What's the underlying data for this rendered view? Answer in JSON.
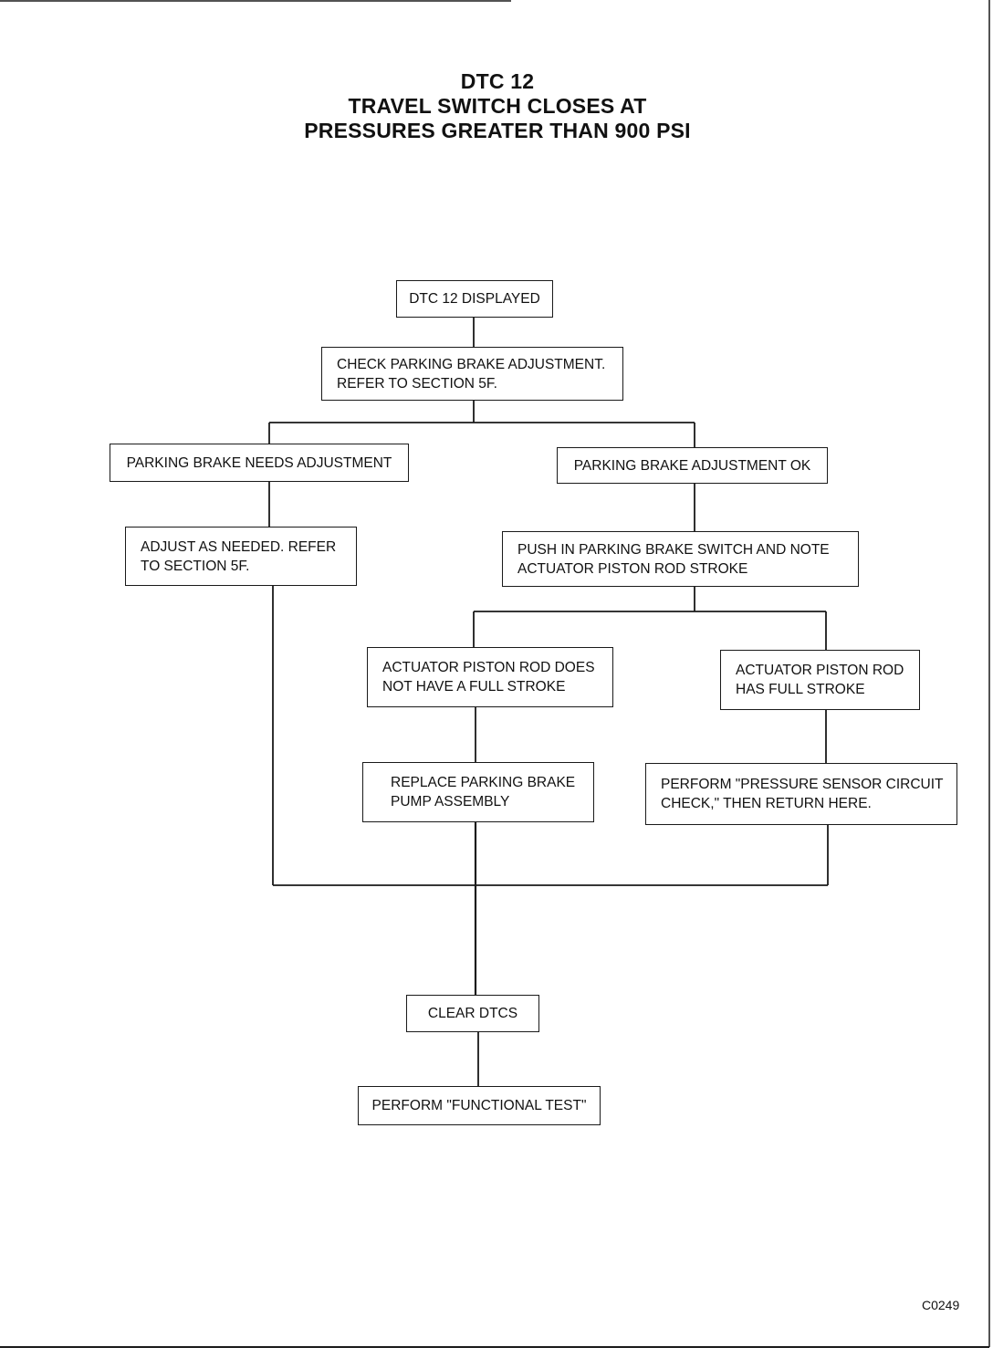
{
  "title": {
    "line1": "DTC 12",
    "line2": "TRAVEL SWITCH CLOSES AT",
    "line3": "PRESSURES GREATER THAN 900 PSI"
  },
  "nodes": {
    "dtc_displayed": {
      "lines": [
        "DTC 12 DISPLAYED"
      ]
    },
    "check_adjustment": {
      "lines": [
        "CHECK PARKING BRAKE ADJUSTMENT.",
        "REFER TO SECTION 5F."
      ]
    },
    "needs_adjustment": {
      "lines": [
        "PARKING BRAKE NEEDS ADJUSTMENT"
      ]
    },
    "adjustment_ok": {
      "lines": [
        "PARKING BRAKE ADJUSTMENT OK"
      ]
    },
    "adjust_as_needed": {
      "lines": [
        "ADJUST AS NEEDED. REFER",
        "TO SECTION 5F."
      ]
    },
    "push_switch": {
      "lines": [
        "PUSH IN PARKING BRAKE SWITCH AND NOTE",
        "ACTUATOR PISTON ROD STROKE"
      ]
    },
    "no_full_stroke": {
      "lines": [
        "ACTUATOR PISTON ROD DOES",
        "NOT HAVE A FULL STROKE"
      ]
    },
    "full_stroke": {
      "lines": [
        "ACTUATOR PISTON ROD",
        "HAS FULL STROKE"
      ]
    },
    "replace_pump": {
      "lines": [
        "REPLACE PARKING BRAKE",
        "PUMP ASSEMBLY"
      ]
    },
    "pressure_check": {
      "lines": [
        "PERFORM \"PRESSURE SENSOR CIRCUIT",
        "CHECK,\" THEN RETURN HERE."
      ]
    },
    "clear_dtcs": {
      "lines": [
        "CLEAR DTCS"
      ]
    },
    "functional_test": {
      "lines": [
        "PERFORM \"FUNCTIONAL TEST\""
      ]
    }
  },
  "figure_code": "C0249"
}
